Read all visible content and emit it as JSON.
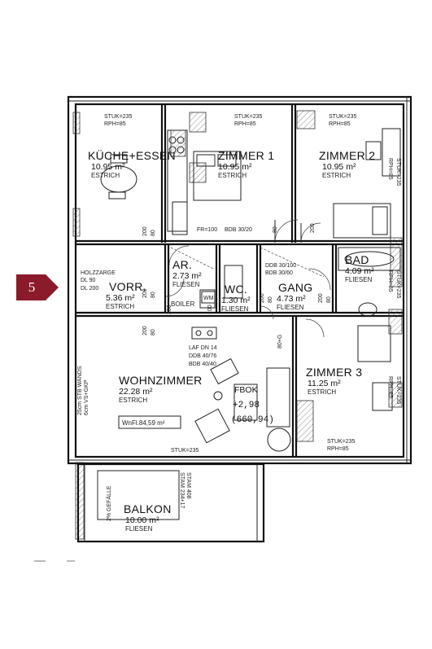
{
  "badge": {
    "number": "5",
    "color": "#8b1a2b"
  },
  "rooms": {
    "kueche": {
      "name": "KÜCHE+ESSEN",
      "area": "10.95 m²",
      "floor": "ESTRICH",
      "stuk": "STUK=235",
      "rph": "RPH=85"
    },
    "zimmer1": {
      "name": "ZIMMER 1",
      "area": "10.95 m²",
      "floor": "ESTRICH",
      "stuk": "STUK=235",
      "rph": "RPH=85"
    },
    "zimmer2": {
      "name": "ZIMMER 2",
      "area": "10.95 m²",
      "floor": "ESTRICH",
      "stuk": "STUK=235",
      "rph": "RPH=85"
    },
    "ar": {
      "name": "AR.",
      "area": "2.73 m²",
      "floor": "FLIESEN"
    },
    "bad": {
      "name": "BAD",
      "area": "4.09 m²",
      "floor": "FLIESEN"
    },
    "vorr": {
      "name": "VORR.",
      "area": "5.36 m²",
      "floor": "ESTRICH"
    },
    "wc": {
      "name": "WC.",
      "area": "1.30 m²",
      "floor": "FLIESEN"
    },
    "gang": {
      "name": "GANG",
      "area": "4.73 m²",
      "floor": "FLIESEN"
    },
    "wohnzimmer": {
      "name": "WOHNZIMMER",
      "area": "22.28 m²",
      "floor": "ESTRICH",
      "stuk": "STUK=235"
    },
    "zimmer3": {
      "name": "ZIMMER 3",
      "area": "11.25 m²",
      "floor": "ESTRICH",
      "stuk": "STUK=235",
      "rph": "RPH=85"
    },
    "balkon": {
      "name": "BALKON",
      "area": "10.00 m²",
      "floor": "FLIESEN"
    }
  },
  "annotations": {
    "fok": "FBOK",
    "fok_level": "+2,98",
    "fok_abs": "(660,94)",
    "wnfl": "WnFl.84,59 m²",
    "boiler": "BOILER",
    "wm": "WM",
    "holzzarge": "HOLZZARGE",
    "dl90": "DL  90",
    "dl200": "DL 200",
    "laf": "LAF DN 14",
    "ddb4076": "DDB 40/76",
    "bdb4040": "BDB 40/40",
    "ddb30100": "DDB 30/100",
    "bdb3060": "BDB 30/60",
    "fr100": "FR=100",
    "bdb3020": "BDB 30/20",
    "stuk_z2_side": "STUK=235",
    "rph_z2_side": "RPH=85",
    "stuk_bad_side": "STUK=235",
    "rph_bad_side": "RPH=85",
    "stuk_z3_side": "STUK=235",
    "rph_z3_side": "RPH=85",
    "stam1": "STAM 408",
    "stam2": "STAM 234+17",
    "gefaelle": "2% GEFÄLLE",
    "wand1": "6cm VS+GKP",
    "wand2": "25cm STB WANDS",
    "d80a": "80",
    "d200a": "200",
    "d80b": "80",
    "d200b": "200",
    "d80c": "80",
    "d200c": "200",
    "d80d": "80",
    "d200d": "200",
    "d80e": "80",
    "d200e": "200",
    "d100": "100",
    "d200f": "200",
    "d80f": "80",
    "d200g": "200",
    "d80g": "80+G"
  }
}
